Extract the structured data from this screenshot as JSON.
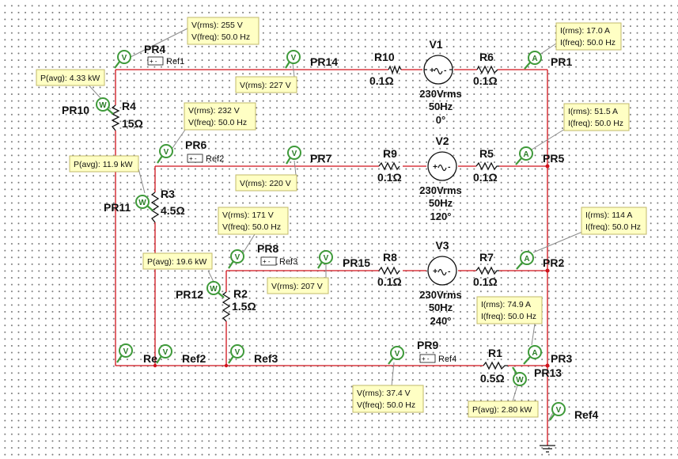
{
  "probes": [
    {
      "id": "PR4",
      "letter": "V"
    },
    {
      "id": "PR14",
      "letter": "V"
    },
    {
      "id": "PR1",
      "letter": "A"
    },
    {
      "id": "PR10",
      "letter": "W"
    },
    {
      "id": "PR6",
      "letter": "V"
    },
    {
      "id": "PR7",
      "letter": "V"
    },
    {
      "id": "PR5",
      "letter": "A"
    },
    {
      "id": "PR11",
      "letter": "W"
    },
    {
      "id": "PR8",
      "letter": "V"
    },
    {
      "id": "PR15",
      "letter": "V"
    },
    {
      "id": "PR2",
      "letter": "A"
    },
    {
      "id": "PR12",
      "letter": "W"
    },
    {
      "id": "PR9",
      "letter": "V"
    },
    {
      "id": "PR3",
      "letter": "A"
    },
    {
      "id": "PR13",
      "letter": "W"
    }
  ],
  "resistors": [
    {
      "name": "R10",
      "value": "0.1Ω"
    },
    {
      "name": "R6",
      "value": "0.1Ω"
    },
    {
      "name": "R4",
      "value": "15Ω"
    },
    {
      "name": "R9",
      "value": "0.1Ω"
    },
    {
      "name": "R5",
      "value": "0.1Ω"
    },
    {
      "name": "R3",
      "value": "4.5Ω"
    },
    {
      "name": "R8",
      "value": "0.1Ω"
    },
    {
      "name": "R7",
      "value": "0.1Ω"
    },
    {
      "name": "R2",
      "value": "1.5Ω"
    },
    {
      "name": "R1",
      "value": "0.5Ω"
    }
  ],
  "sources": [
    {
      "name": "V1",
      "voltage": "230Vrms",
      "freq": "50Hz",
      "phase": "0°"
    },
    {
      "name": "V2",
      "voltage": "230Vrms",
      "freq": "50Hz",
      "phase": "120°"
    },
    {
      "name": "V3",
      "voltage": "230Vrms",
      "freq": "50Hz",
      "phase": "240°"
    }
  ],
  "readouts": [
    {
      "line1": "V(rms): 255 V",
      "line2": "V(freq): 50.0 Hz"
    },
    {
      "line1": "V(rms): 227 V"
    },
    {
      "line1": "I(rms): 17.0 A",
      "line2": "I(freq): 50.0 Hz"
    },
    {
      "line1": "P(avg): 4.33 kW"
    },
    {
      "line1": "V(rms): 232 V",
      "line2": "V(freq): 50.0 Hz"
    },
    {
      "line1": "V(rms): 220 V"
    },
    {
      "line1": "I(rms): 51.5 A",
      "line2": "I(freq): 50.0 Hz"
    },
    {
      "line1": "P(avg): 11.9 kW"
    },
    {
      "line1": "V(rms): 171 V",
      "line2": "V(freq): 50.0 Hz"
    },
    {
      "line1": "V(rms): 207 V"
    },
    {
      "line1": "I(rms): 114 A",
      "line2": "I(freq): 50.0 Hz"
    },
    {
      "line1": "P(avg): 19.6 kW"
    },
    {
      "line1": "I(rms): 74.9 A",
      "line2": "I(freq): 50.0 Hz"
    },
    {
      "line1": "V(rms): 37.4 V",
      "line2": "V(freq): 50.0 Hz"
    },
    {
      "line1": "P(avg): 2.80 kW"
    }
  ],
  "references": {
    "ref1": "Ref1",
    "ref2": "Ref2",
    "ref3": "Ref3",
    "ref4": "Ref4",
    "ref1_truncated": "Re",
    "ground_ref4": "Ref4",
    "bottom_ref2": "Ref2",
    "bottom_ref3": "Ref3"
  },
  "colors": {
    "wire": "#d0121b",
    "probe": "#3f9a3a",
    "readout_fill": "#ffffc4",
    "readout_border": "#c2b86a"
  }
}
